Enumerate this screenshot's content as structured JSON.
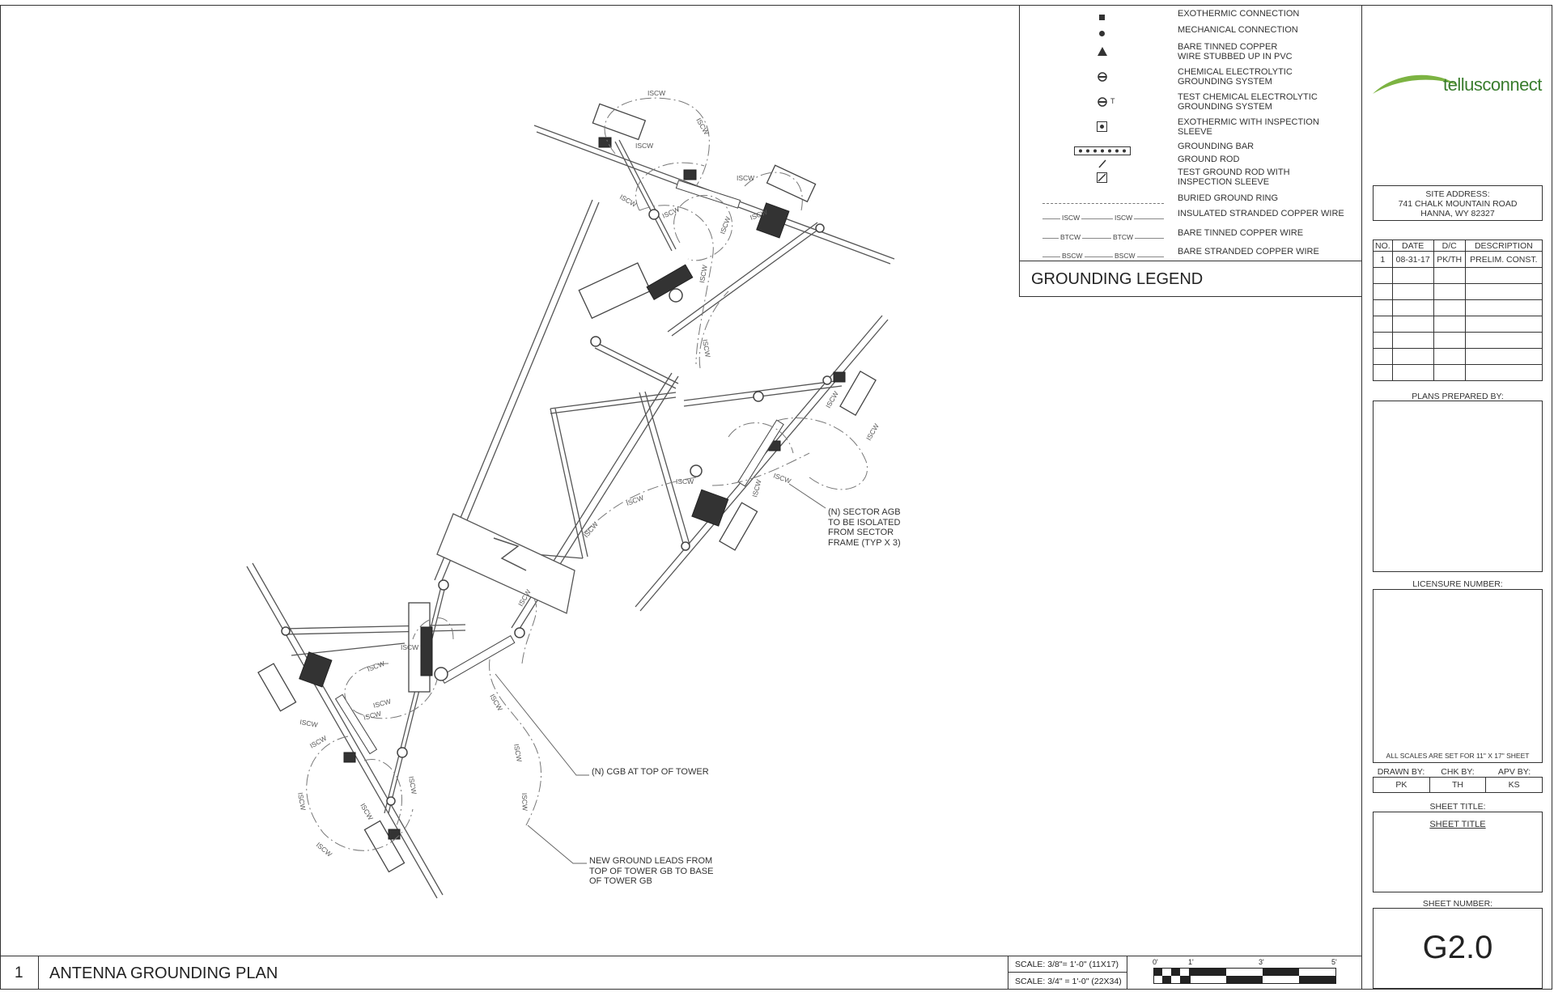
{
  "legend": {
    "title": "GROUNDING LEGEND",
    "items": [
      {
        "symbol": "square-dot",
        "label": "EXOTHERMIC CONNECTION"
      },
      {
        "symbol": "circle-dot",
        "label": "MECHANICAL CONNECTION"
      },
      {
        "symbol": "triangle",
        "label": "BARE TINNED COPPER\nWIRE STUBBED UP IN PVC"
      },
      {
        "symbol": "chem-electrolytic",
        "label": "CHEMICAL ELECTROLYTIC\nGROUNDING SYSTEM"
      },
      {
        "symbol": "test-chem-electrolytic",
        "label": "TEST CHEMICAL ELECTROLYTIC\nGROUNDING SYSTEM"
      },
      {
        "symbol": "exo-inspection",
        "label": "EXOTHERMIC WITH INSPECTION\nSLEEVE"
      },
      {
        "symbol": "grounding-bar",
        "label": "GROUNDING BAR"
      },
      {
        "symbol": "ground-rod",
        "label": "GROUND ROD"
      },
      {
        "symbol": "test-ground-rod",
        "label": "TEST GROUND ROD WITH\nINSPECTION SLEEVE"
      },
      {
        "symbol": "dash-line",
        "label": "BURIED GROUND RING"
      },
      {
        "symbol": "line-iscw",
        "label": "INSULATED STRANDED COPPER WIRE"
      },
      {
        "symbol": "line-btcw",
        "label": "BARE TINNED COPPER WIRE"
      },
      {
        "symbol": "line-bscw",
        "label": "BARE STRANDED COPPER WIRE"
      }
    ],
    "line_tags": {
      "iscw": "ISCW",
      "btcw": "BTCW",
      "bscw": "BSCW",
      "t": "T"
    }
  },
  "title_block": {
    "brand": "tellusconnect",
    "brand_color": "#7cb342",
    "site_address_label": "SITE ADDRESS:",
    "site_address_line1": "741 CHALK MOUNTAIN ROAD",
    "site_address_line2": "HANNA, WY 82327",
    "revisions": {
      "headers": [
        "NO.",
        "DATE",
        "D/C",
        "DESCRIPTION"
      ],
      "rows": [
        [
          "1",
          "08-31-17",
          "PK/TH",
          "PRELIM. CONST."
        ]
      ],
      "blank_rows": 7
    },
    "plans_prepared_by": "PLANS PREPARED BY:",
    "licensure_number": "LICENSURE NUMBER:",
    "scales_note": "ALL SCALES ARE SET FOR 11\" X 17\" SHEET",
    "drawn_by_label": "DRAWN BY:",
    "chk_by_label": "CHK BY:",
    "apv_by_label": "APV BY:",
    "drawn_by": "PK",
    "chk_by": "TH",
    "apv_by": "KS",
    "sheet_title_label": "SHEET TITLE:",
    "sheet_title": "SHEET TITLE",
    "sheet_number_label": "SHEET NUMBER:",
    "sheet_number": "G2.0"
  },
  "drawing": {
    "number": "1",
    "title": "ANTENNA GROUNDING PLAN",
    "scale_11x17": "SCALE: 3/8\"= 1'-0\" (11X17)",
    "scale_22x34": "SCALE: 3/4\" = 1'-0\" (22X34)",
    "scale_bar_ticks": [
      "0'",
      "1'",
      "3'",
      "5'"
    ],
    "wire_tag": "ISCW",
    "notes": {
      "sector_agb": "(N) SECTOR AGB\nTO BE ISOLATED\nFROM SECTOR\nFRAME (TYP X 3)",
      "cgb": "(N) CGB AT TOP OF TOWER",
      "ground_leads": "NEW GROUND LEADS FROM\nTOP OF TOWER  GB TO BASE\nOF TOWER GB"
    }
  }
}
